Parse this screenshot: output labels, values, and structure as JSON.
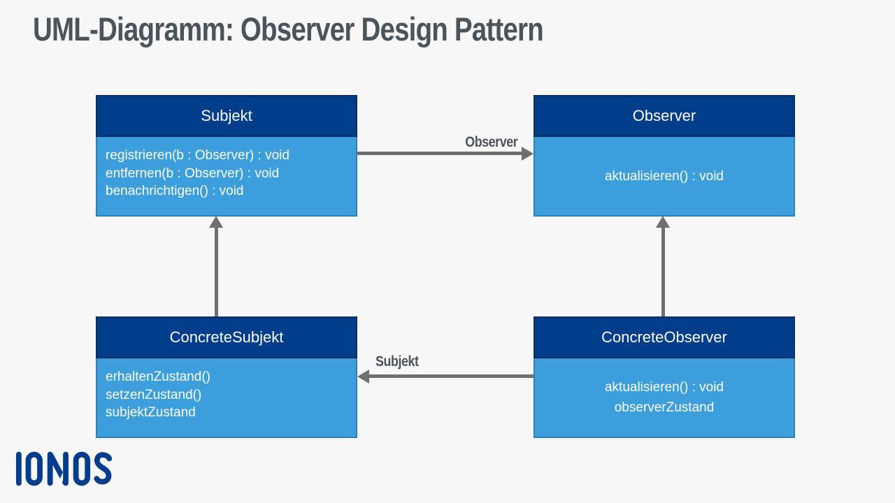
{
  "title": "UML-Diagramm: Observer Design Pattern",
  "colors": {
    "background": "#f7f7f8",
    "title_text": "#4c545b",
    "class_header_fill": "#003e8c",
    "class_header_border": "#0c2d63",
    "class_body_fill": "#3d9edc",
    "class_body_border": "#2a80bd",
    "class_text": "#ffffff",
    "arrow": "#6f6f6f",
    "logo_blue": "#003d8f"
  },
  "diagram": {
    "classes": [
      {
        "id": "subjekt",
        "name": "Subjekt",
        "members": [
          "registrieren(b : Observer) : void",
          "entfernen(b : Observer) : void",
          "benachrichtigen() : void"
        ],
        "align": "left"
      },
      {
        "id": "observer",
        "name": "Observer",
        "members": [
          "aktualisieren() : void"
        ],
        "align": "center"
      },
      {
        "id": "concrete-subjekt",
        "name": "ConcreteSubjekt",
        "members": [
          "erhaltenZustand()",
          "setzenZustand()",
          "subjektZustand"
        ],
        "align": "left"
      },
      {
        "id": "concrete-observer",
        "name": "ConcreteObserver",
        "members": [
          "aktualisieren() : void",
          "observerZustand"
        ],
        "align": "center"
      }
    ],
    "arrows": [
      {
        "from": "Subjekt",
        "to": "Observer",
        "direction": "right",
        "label": "Observer"
      },
      {
        "from": "ConcreteObserver",
        "to": "ConcreteSubjekt",
        "direction": "left",
        "label": "Subjekt"
      },
      {
        "from": "ConcreteSubjekt",
        "to": "Subjekt",
        "direction": "up",
        "label": ""
      },
      {
        "from": "ConcreteObserver",
        "to": "Observer",
        "direction": "up",
        "label": ""
      }
    ]
  },
  "footer": {
    "logo_text": "IONOS"
  }
}
